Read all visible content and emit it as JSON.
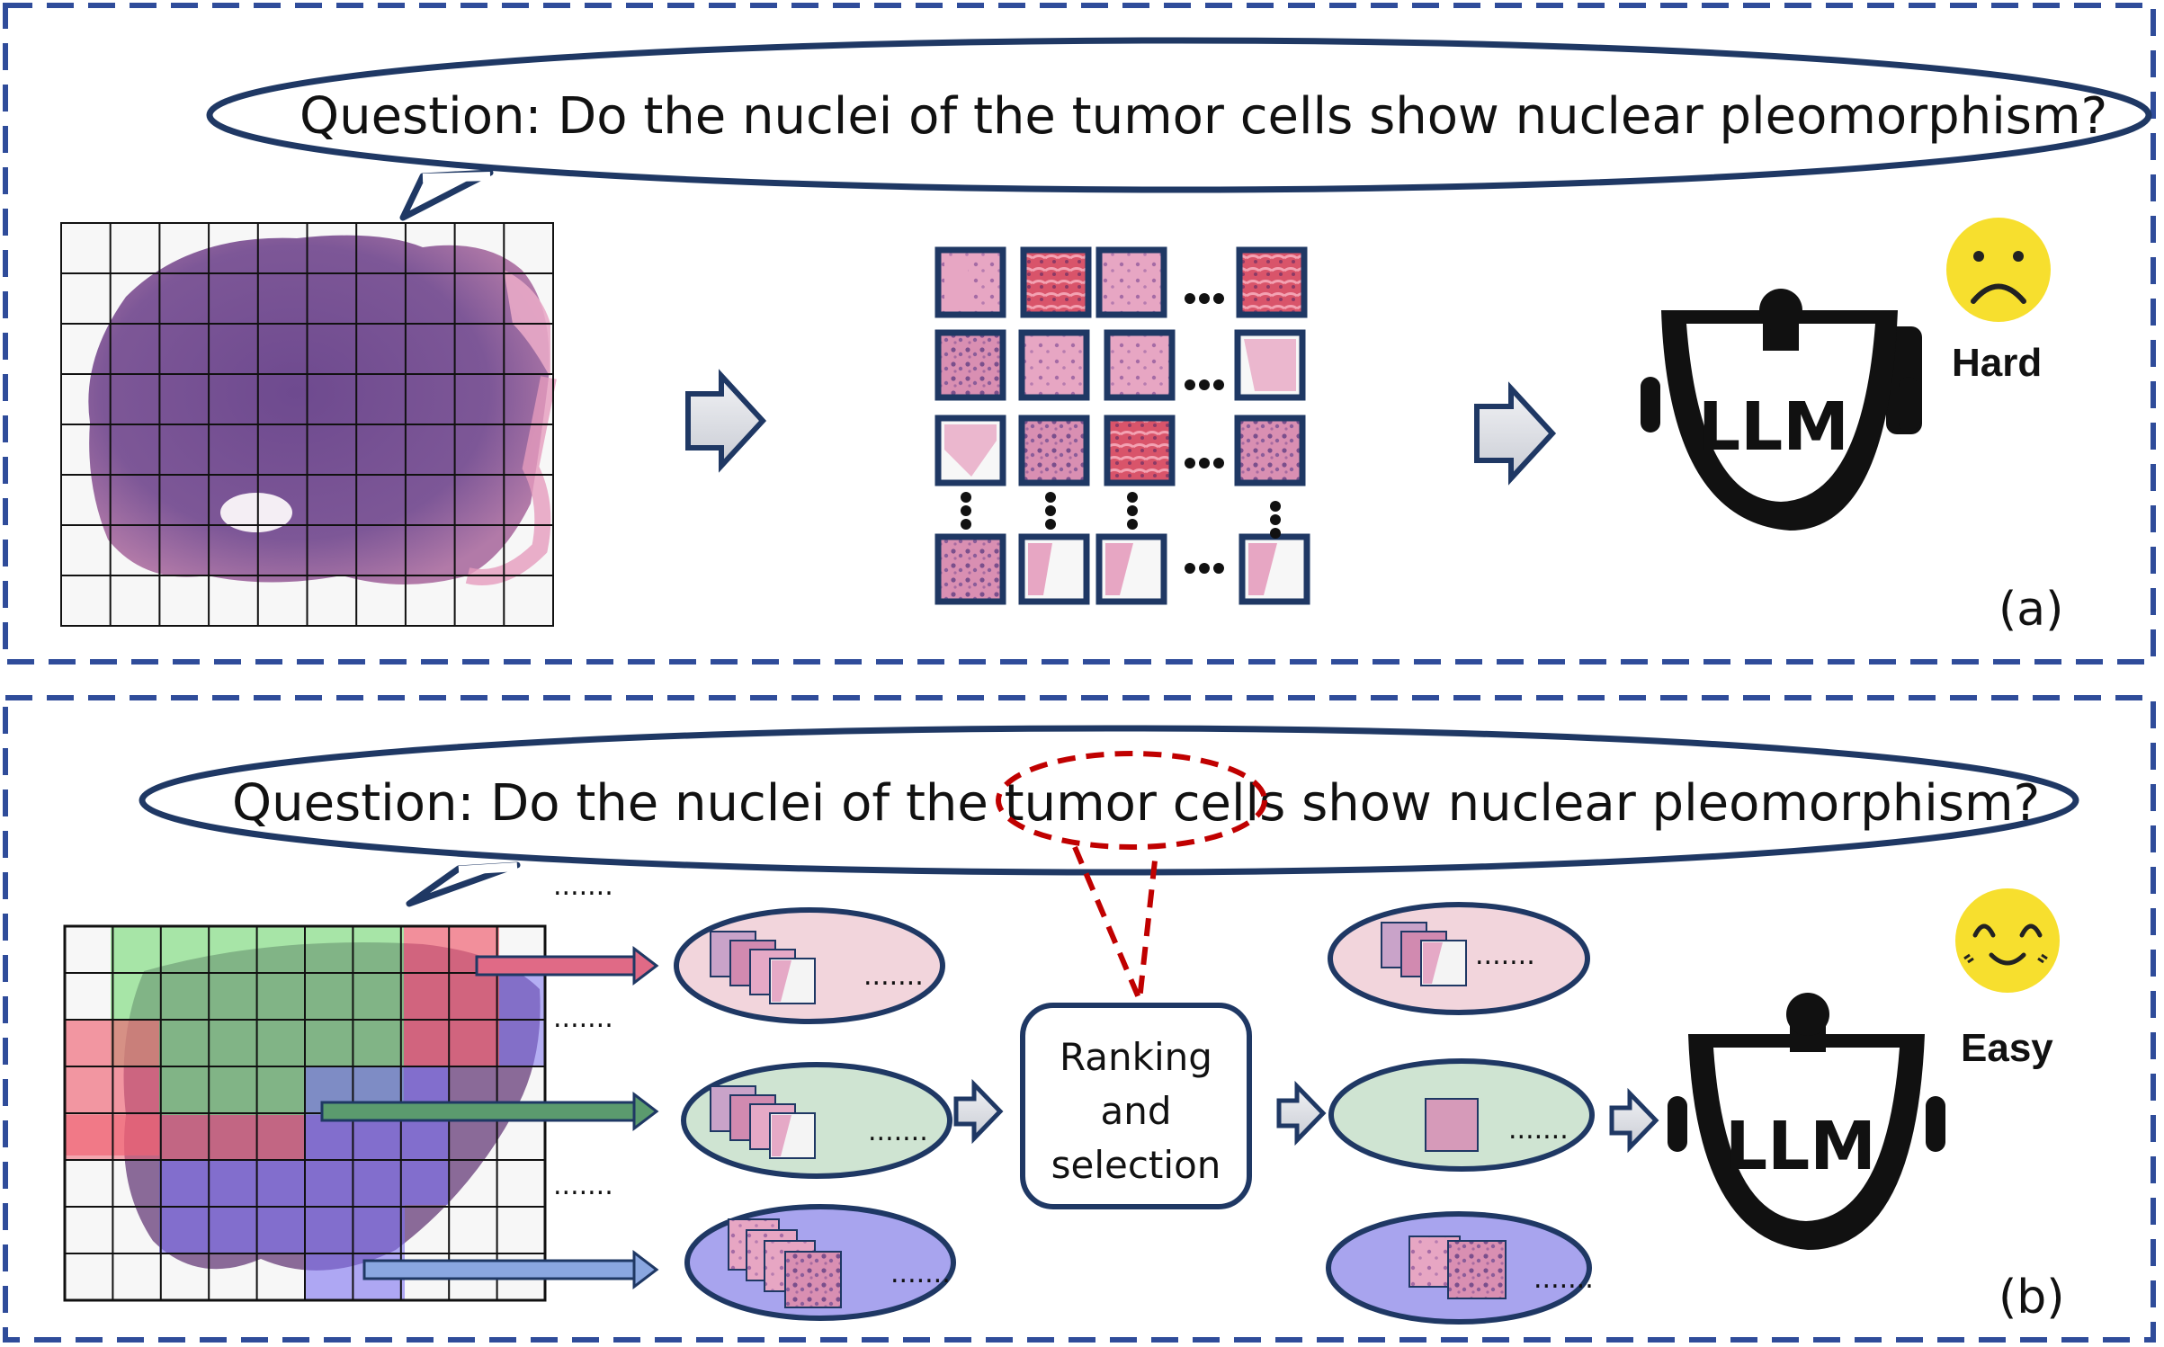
{
  "panel_a": {
    "question": "Question: Do the nuclei of the tumor cells show nuclear pleomorphism?",
    "llm_label": "LLM",
    "emotion_label": "Hard",
    "panel_label": "(a)"
  },
  "panel_b": {
    "question": "Question: Do the nuclei of the tumor cells show nuclear pleomorphism?",
    "ranking_lines": [
      "Ranking",
      "and",
      "selection"
    ],
    "llm_label": "LLM",
    "emotion_label": "Easy",
    "panel_label": "(b)",
    "ellipsis": "......."
  },
  "colors": {
    "frame": "#2f4c9a",
    "navy": "#1f3864",
    "highlight": "#c00000",
    "group_pink": "#f2d5dc",
    "group_green": "#cfe4d2",
    "group_blue": "#a8a4ee",
    "emoji": "#f7df2e"
  }
}
